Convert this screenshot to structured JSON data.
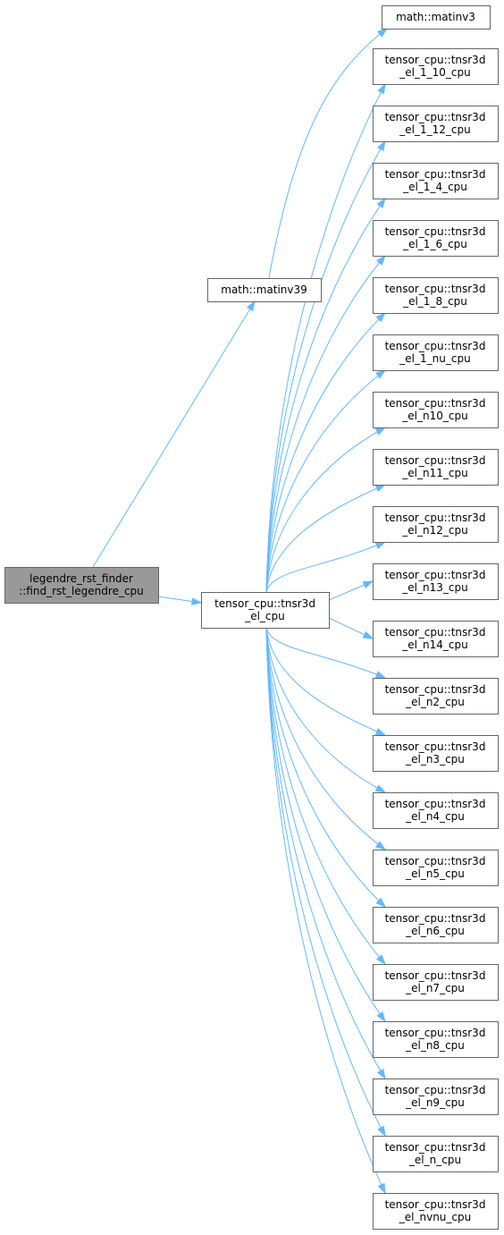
{
  "graph": {
    "colors": {
      "edge": "#63b8ff",
      "root_fill": "#999999",
      "node_border": "#666666",
      "node_fill": "#ffffff"
    },
    "nodes": [
      {
        "id": "root",
        "lines": [
          "legendre_rst_finder",
          "::find_rst_legendre_cpu"
        ],
        "root": true
      },
      {
        "id": "matinv39",
        "lines": [
          "math::matinv39"
        ]
      },
      {
        "id": "tnsr3d_el",
        "lines": [
          "tensor_cpu::tnsr3d",
          "_el_cpu"
        ]
      },
      {
        "id": "matinv3",
        "lines": [
          "math::matinv3"
        ]
      },
      {
        "id": "el_1_10",
        "lines": [
          "tensor_cpu::tnsr3d",
          "_el_1_10_cpu"
        ]
      },
      {
        "id": "el_1_12",
        "lines": [
          "tensor_cpu::tnsr3d",
          "_el_1_12_cpu"
        ]
      },
      {
        "id": "el_1_4",
        "lines": [
          "tensor_cpu::tnsr3d",
          "_el_1_4_cpu"
        ]
      },
      {
        "id": "el_1_6",
        "lines": [
          "tensor_cpu::tnsr3d",
          "_el_1_6_cpu"
        ]
      },
      {
        "id": "el_1_8",
        "lines": [
          "tensor_cpu::tnsr3d",
          "_el_1_8_cpu"
        ]
      },
      {
        "id": "el_1_nu",
        "lines": [
          "tensor_cpu::tnsr3d",
          "_el_1_nu_cpu"
        ]
      },
      {
        "id": "el_n10",
        "lines": [
          "tensor_cpu::tnsr3d",
          "_el_n10_cpu"
        ]
      },
      {
        "id": "el_n11",
        "lines": [
          "tensor_cpu::tnsr3d",
          "_el_n11_cpu"
        ]
      },
      {
        "id": "el_n12",
        "lines": [
          "tensor_cpu::tnsr3d",
          "_el_n12_cpu"
        ]
      },
      {
        "id": "el_n13",
        "lines": [
          "tensor_cpu::tnsr3d",
          "_el_n13_cpu"
        ]
      },
      {
        "id": "el_n14",
        "lines": [
          "tensor_cpu::tnsr3d",
          "_el_n14_cpu"
        ]
      },
      {
        "id": "el_n2",
        "lines": [
          "tensor_cpu::tnsr3d",
          "_el_n2_cpu"
        ]
      },
      {
        "id": "el_n3",
        "lines": [
          "tensor_cpu::tnsr3d",
          "_el_n3_cpu"
        ]
      },
      {
        "id": "el_n4",
        "lines": [
          "tensor_cpu::tnsr3d",
          "_el_n4_cpu"
        ]
      },
      {
        "id": "el_n5",
        "lines": [
          "tensor_cpu::tnsr3d",
          "_el_n5_cpu"
        ]
      },
      {
        "id": "el_n6",
        "lines": [
          "tensor_cpu::tnsr3d",
          "_el_n6_cpu"
        ]
      },
      {
        "id": "el_n7",
        "lines": [
          "tensor_cpu::tnsr3d",
          "_el_n7_cpu"
        ]
      },
      {
        "id": "el_n8",
        "lines": [
          "tensor_cpu::tnsr3d",
          "_el_n8_cpu"
        ]
      },
      {
        "id": "el_n9",
        "lines": [
          "tensor_cpu::tnsr3d",
          "_el_n9_cpu"
        ]
      },
      {
        "id": "el_n",
        "lines": [
          "tensor_cpu::tnsr3d",
          "_el_n_cpu"
        ]
      },
      {
        "id": "el_nvnu",
        "lines": [
          "tensor_cpu::tnsr3d",
          "_el_nvnu_cpu"
        ]
      }
    ],
    "edges": [
      {
        "from": "root",
        "to": "matinv39"
      },
      {
        "from": "root",
        "to": "tnsr3d_el"
      },
      {
        "from": "matinv39",
        "to": "matinv3"
      },
      {
        "from": "tnsr3d_el",
        "to": "el_1_10"
      },
      {
        "from": "tnsr3d_el",
        "to": "el_1_12"
      },
      {
        "from": "tnsr3d_el",
        "to": "el_1_4"
      },
      {
        "from": "tnsr3d_el",
        "to": "el_1_6"
      },
      {
        "from": "tnsr3d_el",
        "to": "el_1_8"
      },
      {
        "from": "tnsr3d_el",
        "to": "el_1_nu"
      },
      {
        "from": "tnsr3d_el",
        "to": "el_n10"
      },
      {
        "from": "tnsr3d_el",
        "to": "el_n11"
      },
      {
        "from": "tnsr3d_el",
        "to": "el_n12"
      },
      {
        "from": "tnsr3d_el",
        "to": "el_n13"
      },
      {
        "from": "tnsr3d_el",
        "to": "el_n14"
      },
      {
        "from": "tnsr3d_el",
        "to": "el_n2"
      },
      {
        "from": "tnsr3d_el",
        "to": "el_n3"
      },
      {
        "from": "tnsr3d_el",
        "to": "el_n4"
      },
      {
        "from": "tnsr3d_el",
        "to": "el_n5"
      },
      {
        "from": "tnsr3d_el",
        "to": "el_n6"
      },
      {
        "from": "tnsr3d_el",
        "to": "el_n7"
      },
      {
        "from": "tnsr3d_el",
        "to": "el_n8"
      },
      {
        "from": "tnsr3d_el",
        "to": "el_n9"
      },
      {
        "from": "tnsr3d_el",
        "to": "el_n"
      },
      {
        "from": "tnsr3d_el",
        "to": "el_nvnu"
      }
    ]
  }
}
